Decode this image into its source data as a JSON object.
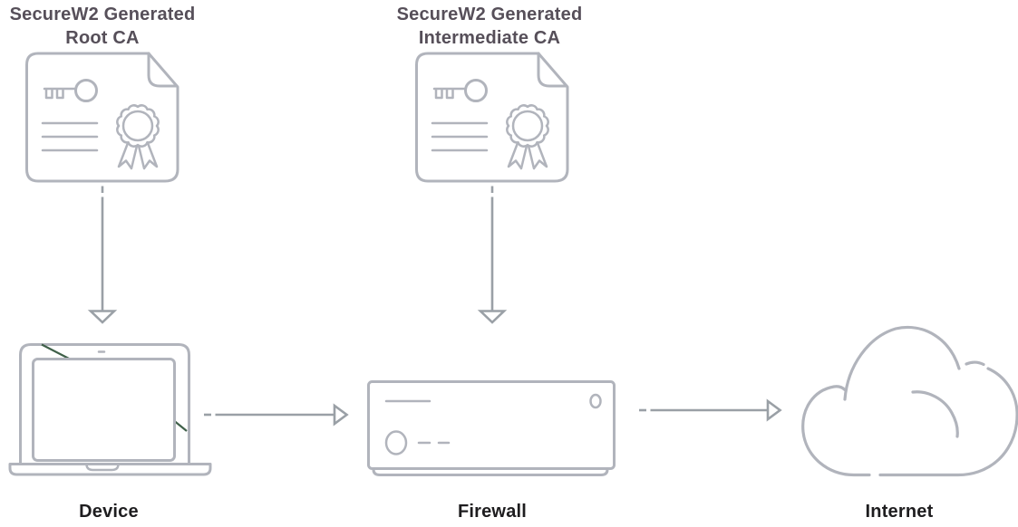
{
  "diagram": {
    "bg": "#ffffff",
    "colors": {
      "icon_stroke": "#b1b4bc",
      "arrow_stroke": "#9aa0a6",
      "ca_label_color": "#564f59",
      "node_label_color": "#1e1d1f",
      "artifact_green": "#3f6049"
    },
    "ca_labels": [
      {
        "id": "root-ca",
        "line1": "SecureW2 Generated",
        "line2": "Root CA",
        "icon": "certificate-icon"
      },
      {
        "id": "intermediate-ca",
        "line1": "SecureW2 Generated",
        "line2": "Intermediate CA",
        "icon": "certificate-icon"
      }
    ],
    "nodes": [
      {
        "id": "device",
        "label": "Device",
        "icon": "laptop-icon"
      },
      {
        "id": "firewall",
        "label": "Firewall",
        "icon": "firewall-icon"
      },
      {
        "id": "internet",
        "label": "Internet",
        "icon": "cloud-icon"
      }
    ],
    "edges": [
      {
        "from": "root-ca",
        "to": "device",
        "direction": "down",
        "style": "solid-line-open-arrowhead-with-leading-dash"
      },
      {
        "from": "intermediate-ca",
        "to": "firewall",
        "direction": "down",
        "style": "solid-line-open-arrowhead-with-leading-dash"
      },
      {
        "from": "device",
        "to": "firewall",
        "direction": "right",
        "style": "solid-line-open-arrowhead-with-leading-dash"
      },
      {
        "from": "firewall",
        "to": "internet",
        "direction": "right",
        "style": "solid-line-open-arrowhead-with-leading-dash"
      }
    ]
  }
}
